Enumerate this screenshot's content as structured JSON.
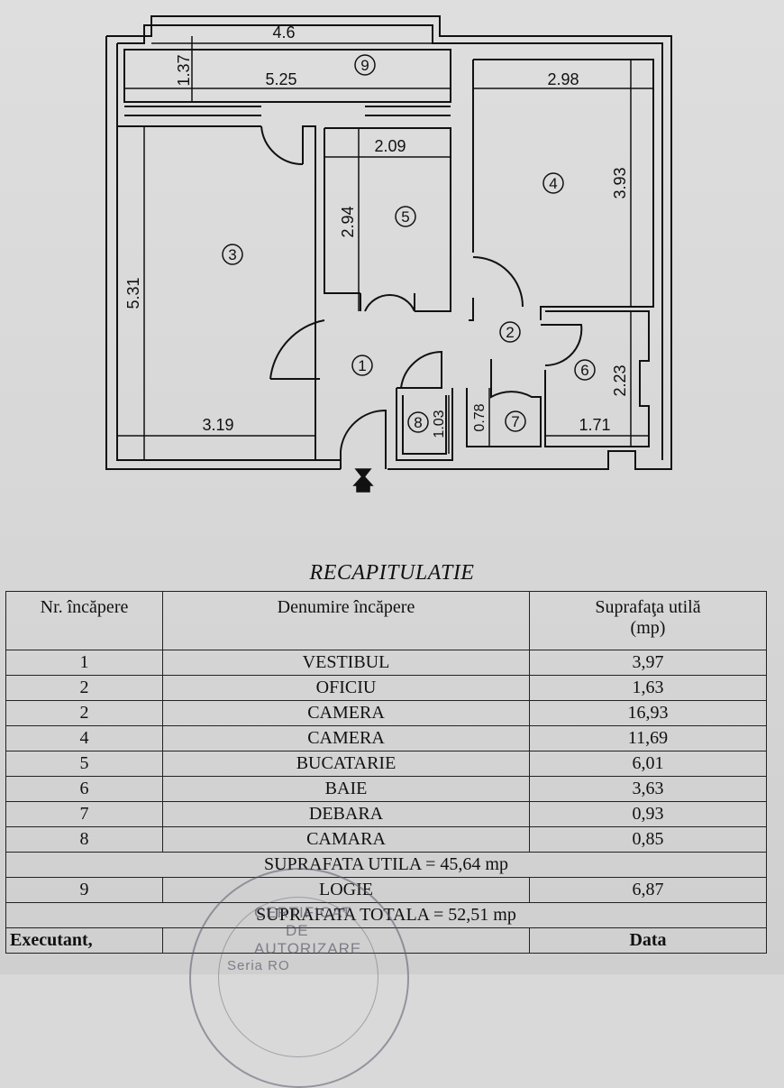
{
  "plan": {
    "dimensions": {
      "d_4_6": "4.6",
      "d_1_37": "1.37",
      "d_5_25": "5.25",
      "d_2_98": "2.98",
      "d_2_09": "2.09",
      "d_3_93": "3.93",
      "d_2_94": "2.94",
      "d_5_31": "5.31",
      "d_2_23": "2.23",
      "d_1_03": "1.03",
      "d_0_78": "0.78",
      "d_3_19": "3.19",
      "d_1_71": "1.71"
    },
    "rooms": [
      "1",
      "2",
      "3",
      "4",
      "5",
      "6",
      "7",
      "8",
      "9"
    ]
  },
  "title": "RECAPITULATIE",
  "table": {
    "headers": {
      "nr": "Nr. încăpere",
      "name": "Denumire încăpere",
      "area_l1": "Suprafaţa utilă",
      "area_l2": "(mp)"
    },
    "rows": [
      {
        "nr": "1",
        "name": "VESTIBUL",
        "area": "3,97"
      },
      {
        "nr": "2",
        "name": "OFICIU",
        "area": "1,63"
      },
      {
        "nr": "2",
        "name": "CAMERA",
        "area": "16,93"
      },
      {
        "nr": "4",
        "name": "CAMERA",
        "area": "11,69"
      },
      {
        "nr": "5",
        "name": "BUCATARIE",
        "area": "6,01"
      },
      {
        "nr": "6",
        "name": "BAIE",
        "area": "3,63"
      },
      {
        "nr": "7",
        "name": "DEBARA",
        "area": "0,93"
      },
      {
        "nr": "8",
        "name": "CAMARA",
        "area": "0,85"
      }
    ],
    "subtotal": "SUPRAFATA UTILA  =  45,64 mp",
    "logie": {
      "nr": "9",
      "name": "LOGIE",
      "area": "6,87"
    },
    "total": "SUPRAFATA TOTALA  =  52,51 mp",
    "footer": {
      "left": "Executant,",
      "right": "Data"
    }
  },
  "stamp": {
    "line1": "CERTIFICAT",
    "line2": "DE",
    "line3": "AUTORIZARE",
    "line4": "Seria RO"
  }
}
